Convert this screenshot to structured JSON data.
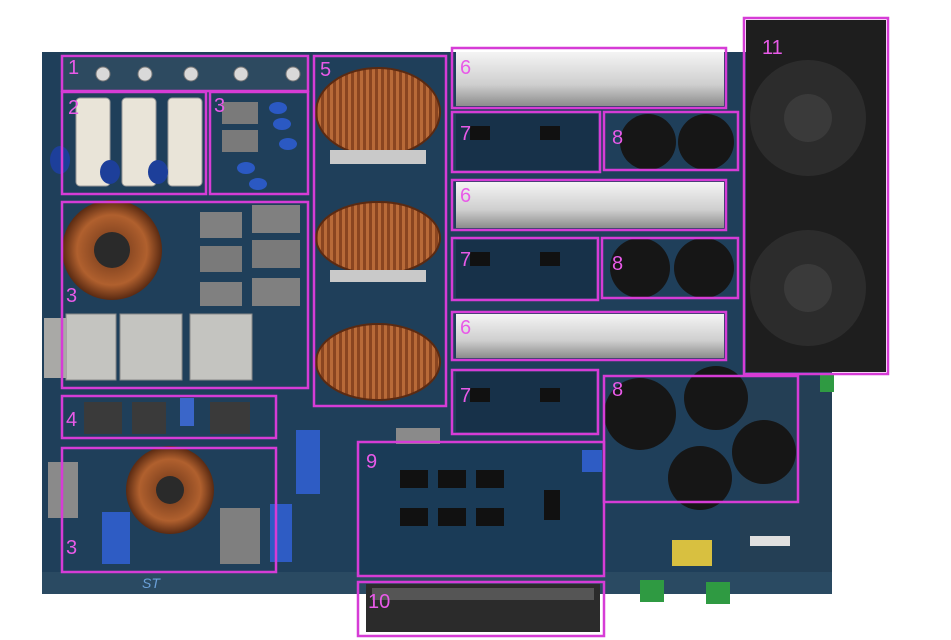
{
  "labels": {
    "l1": "1",
    "l2": "2",
    "l3": "3",
    "l3b": "3",
    "l3c": "3",
    "l4": "4",
    "l5": "5",
    "l6a": "6",
    "l6b": "6",
    "l6c": "6",
    "l7a": "7",
    "l7b": "7",
    "l7c": "7",
    "l8a": "8",
    "l8b": "8",
    "l8c": "8",
    "l9": "9",
    "l10": "10",
    "l11": "11"
  },
  "colors": {
    "annotation": "#d63cd6",
    "pcb": "#1f3f5a",
    "copper": "#a0522d",
    "heatsink": "#d8d8d8",
    "capacitor": "#161616",
    "fan": "#222222"
  }
}
